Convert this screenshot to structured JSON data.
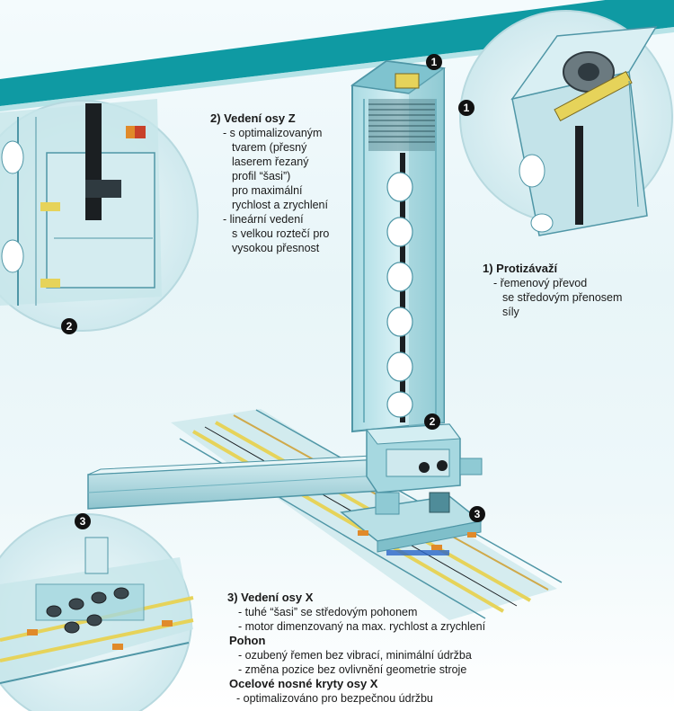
{
  "callouts": {
    "one": "1",
    "two": "2",
    "three": "3"
  },
  "section1": {
    "heading": "1) Protizávaží",
    "lines": [
      "- řemenový převod",
      "se středovým přenosem",
      "síly"
    ]
  },
  "section2": {
    "heading": "2) Vedení osy Z",
    "lines": [
      "- s optimalizovaným",
      "tvarem (přesný",
      "laserem řezaný",
      "profil “šasi”)",
      "pro maximální",
      "rychlost a zrychlení",
      "- lineární vedení",
      "s velkou roztečí pro",
      "vysokou přesnost"
    ]
  },
  "section3": {
    "heading": "3) Vedení osy X",
    "lines": [
      "- tuhé “šasi” se středovým pohonem",
      "- motor dimenzovaný na max. rychlost a zrychlení"
    ],
    "sub1_heading": "Pohon",
    "sub1_lines": [
      "- ozubený řemen bez vibrací, minimální údržba",
      "- změna pozice bez ovlivnění geometrie stroje"
    ],
    "sub2_heading": "Ocelové nosné kryty osy X",
    "sub2_lines": [
      "- optimalizováno pro bezpečnou údržbu"
    ]
  },
  "colors": {
    "teal_band": "#0f9aa3",
    "machine_glass": "#bfe6ec",
    "machine_edge": "#4f96a6",
    "rail_yellow": "#e6d35a",
    "dark": "#1b1f22",
    "orange": "#e08a2a",
    "red": "#c8412a"
  }
}
